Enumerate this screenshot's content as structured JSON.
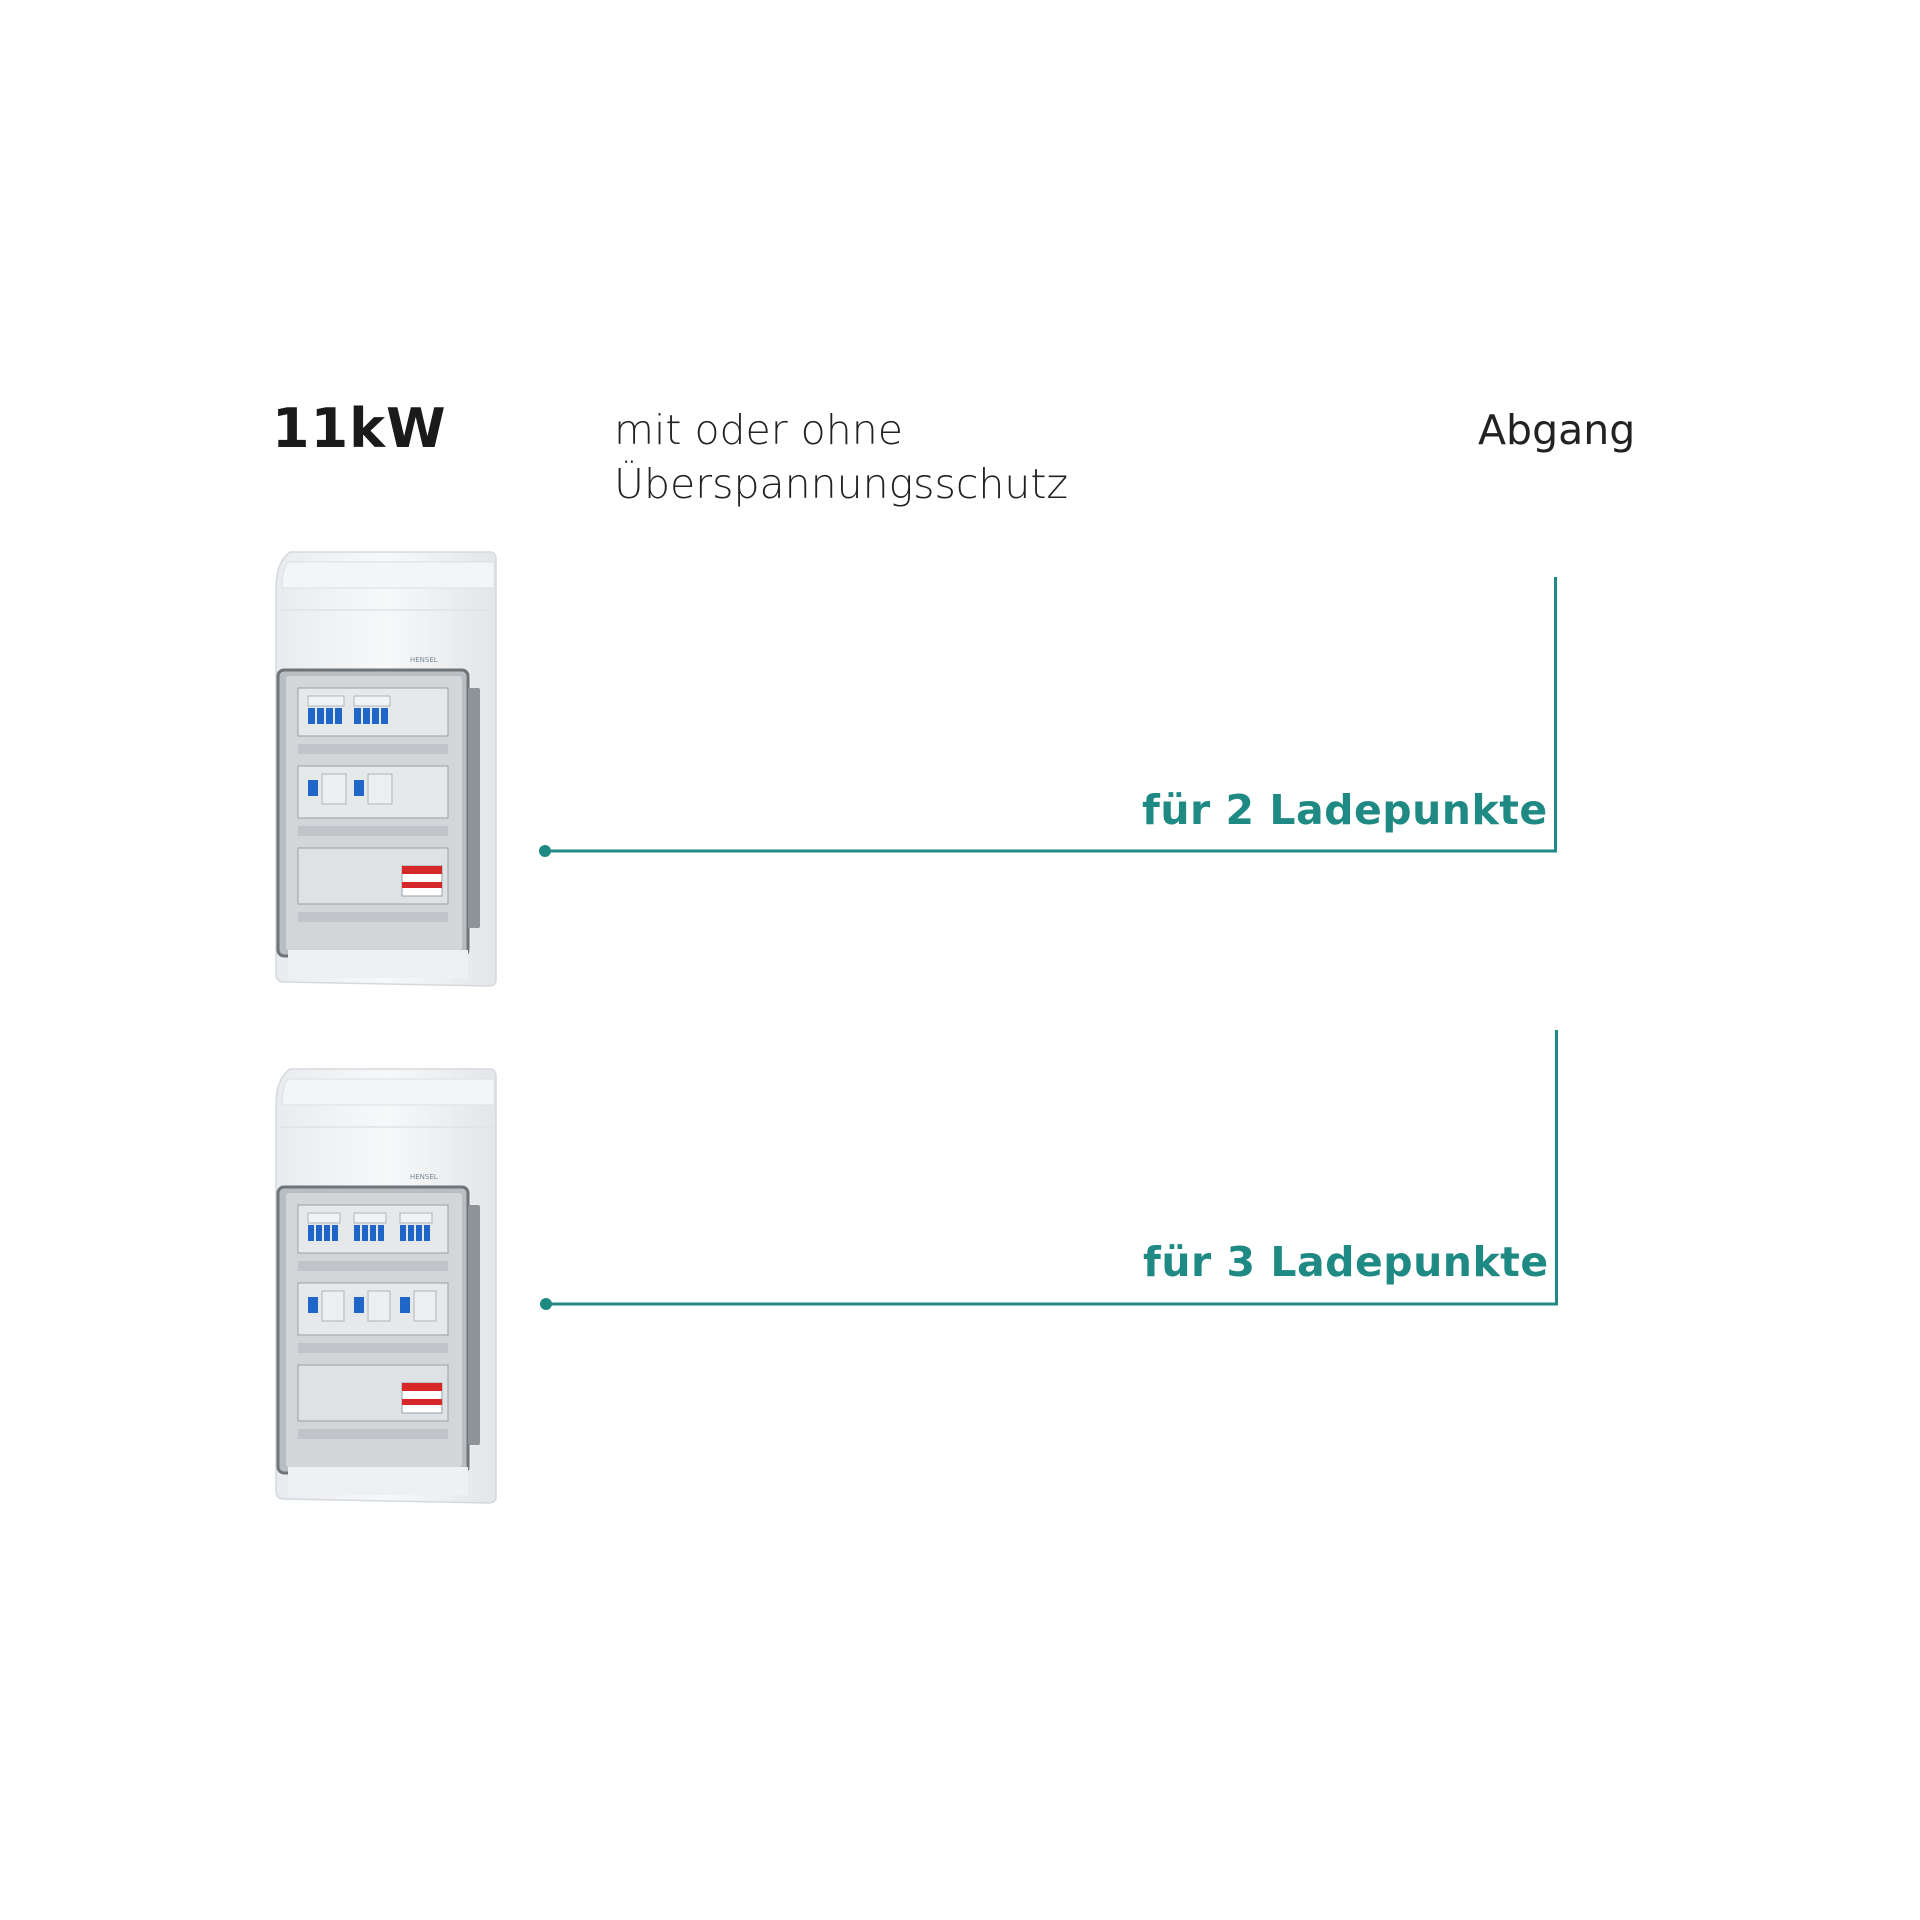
{
  "header": {
    "power": "11kW",
    "description_line1": "mit oder ohne",
    "description_line2": "Überspannungsschutz",
    "outlet": "Abgang"
  },
  "rows": [
    {
      "label": "für 2 Ladepunkte",
      "brand": "HENSEL"
    },
    {
      "label": "für 3 Ladepunkte",
      "brand": "HENSEL"
    }
  ],
  "colors": {
    "accent": "#1f8a84",
    "text": "#1a1a1a",
    "breaker_blue": "#1f66c8",
    "surge_red": "#d62828"
  }
}
